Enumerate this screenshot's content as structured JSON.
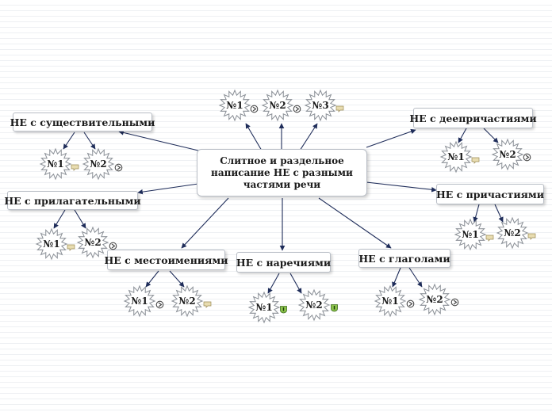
{
  "center": {
    "line1": "Слитное и раздельное",
    "line2": "написание НЕ с разными",
    "line3": "частями речи"
  },
  "topics": {
    "nouns": "НЕ с существительными",
    "adjectives": "НЕ с прилагательными",
    "pronouns": "НЕ с местоимениями",
    "adverbs": "НЕ с наречиями",
    "verbs": "НЕ с глаголами",
    "participles": "НЕ с причастиями",
    "gerunds": "НЕ с деепричастиями"
  },
  "items": {
    "n1": "№1",
    "n2": "№2",
    "n3": "№3"
  },
  "colors": {
    "connector": "#1f2d5a",
    "node_border": "#b9bec6",
    "burst_border": "#8a8f96",
    "note_icon": "#e8dcb0",
    "link_icon": "#4a4a4a",
    "attach_icon": "#8bc34a"
  },
  "icons": {
    "note": "note-icon",
    "link": "link-icon",
    "attachment": "attachment-icon"
  }
}
